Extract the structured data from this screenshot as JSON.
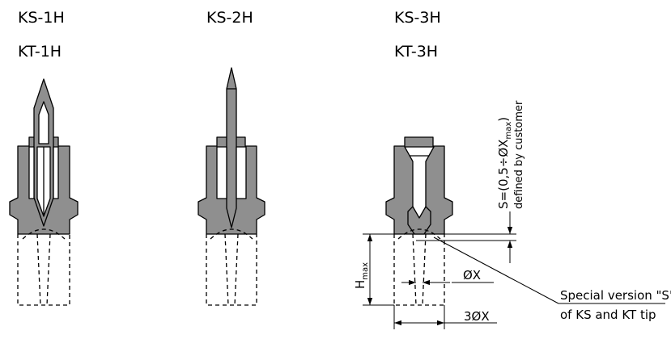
{
  "labels": {
    "ks1h": "KS-1H",
    "kt1h": "KT-1H",
    "ks2h": "KS-2H",
    "ks3h": "KS-3H",
    "kt3h": "KT-3H"
  },
  "annotations": {
    "s_formula_prefix": "S=(0,5÷ØX",
    "s_formula_sub": "max",
    "s_formula_suffix": ")",
    "s_defined": "defined by customer",
    "h_main": "H",
    "h_sub": "max",
    "diameter_x": "ØX",
    "three_diameter_x": "3ØX",
    "special_line1": "Special version \"S\"",
    "special_line2": "of KS and KT tip"
  },
  "colors": {
    "body_fill": "#8f8f8f",
    "line": "#000000",
    "background": "#ffffff"
  }
}
